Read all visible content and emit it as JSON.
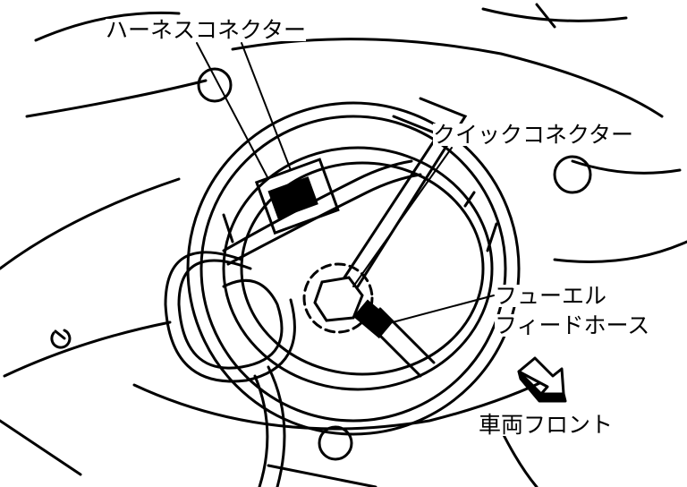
{
  "labels": {
    "harness_connector": "ハーネスコネクター",
    "quick_connector": "クイックコネクター",
    "fuel_feed_hose_line1": "フューエル",
    "fuel_feed_hose_line2": "フィードホース",
    "vehicle_front": "車両フロント"
  },
  "colors": {
    "line": "#000000",
    "background": "#ffffff"
  }
}
